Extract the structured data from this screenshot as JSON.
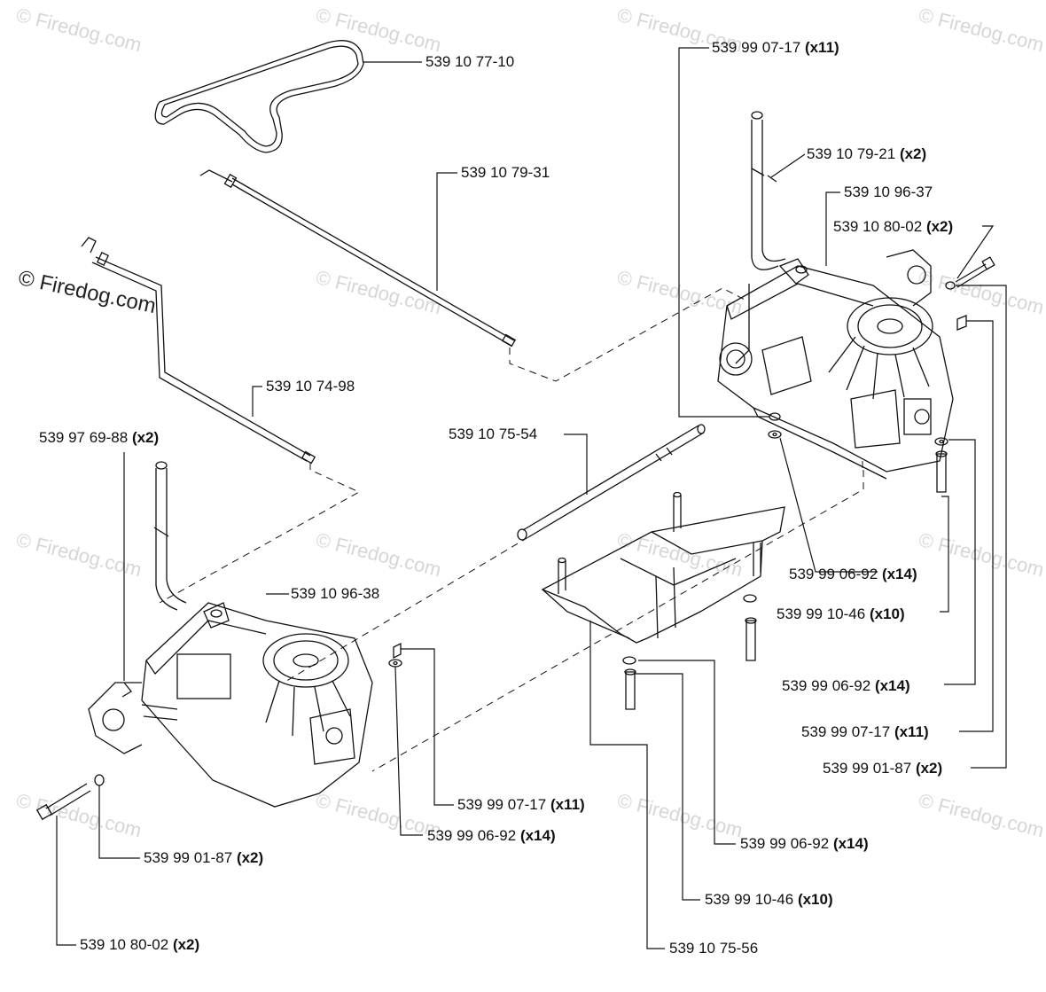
{
  "watermark": {
    "text": "© Firedog.com",
    "prominent_text": "© Firedog.com"
  },
  "callouts": {
    "belt": "539 10 77-10",
    "rod_upper": "539 10 79-31",
    "rod_lower": "539 10 74-98",
    "clip_left": {
      "part": "539 97 69-88",
      "qty": "(x2)"
    },
    "shaft": "539 10 75-54",
    "lever_clip_right": {
      "part": "539 10 79-21",
      "qty": "(x2)"
    },
    "transaxle_right": "539 10 96-37",
    "bolt_right": {
      "part": "539 10 80-02",
      "qty": "(x2)"
    },
    "nut_right_top": {
      "part": "539 99 07-17",
      "qty": "(x11)"
    },
    "washer_right_a": {
      "part": "539 99 06-92",
      "qty": "(x14)"
    },
    "bolt_right_b": {
      "part": "539 99 10-46",
      "qty": "(x10)"
    },
    "washer_right_b": {
      "part": "539 99 06-92",
      "qty": "(x14)"
    },
    "nut_right_b": {
      "part": "539 99 07-17",
      "qty": "(x11)"
    },
    "washer_right_c": {
      "part": "539 99 01-87",
      "qty": "(x2)"
    },
    "transaxle_left": "539 10 96-38",
    "nut_left": {
      "part": "539 99 07-17",
      "qty": "(x11)"
    },
    "washer_left": {
      "part": "539 99 06-92",
      "qty": "(x14)"
    },
    "washer_left_b": {
      "part": "539 99 01-87",
      "qty": "(x2)"
    },
    "bolt_left": {
      "part": "539 10 80-02",
      "qty": "(x2)"
    },
    "washer_bracket": {
      "part": "539 99 06-92",
      "qty": "(x14)"
    },
    "bolt_bracket": {
      "part": "539 99 10-46",
      "qty": "(x10)"
    },
    "bracket": "539 10 75-56"
  }
}
